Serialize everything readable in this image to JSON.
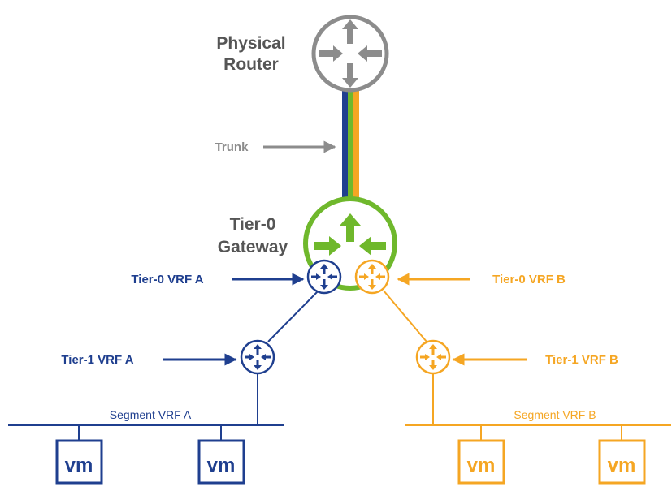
{
  "labels": {
    "physical_router": [
      "Physical",
      "Router"
    ],
    "trunk": "Trunk",
    "tier0_gateway": [
      "Tier-0",
      "Gateway"
    ],
    "tier0_vrf_a": "Tier-0 VRF A",
    "tier0_vrf_b": "Tier-0 VRF B",
    "tier1_vrf_a": "Tier-1 VRF A",
    "tier1_vrf_b": "Tier-1 VRF B",
    "segment_vrf_a": "Segment VRF A",
    "segment_vrf_b": "Segment VRF B"
  },
  "vms": {
    "a1": "vm",
    "a2": "vm",
    "b1": "vm",
    "b2": "vm"
  },
  "colors": {
    "gray": "#8c8c8c",
    "blue": "#1f3f8f",
    "orange": "#f5a623",
    "green": "#6fb82c"
  },
  "icons": {
    "physical_router": "router-icon",
    "tier0_gateway": "router-icon",
    "tier0_vrf_a": "router-icon",
    "tier0_vrf_b": "router-icon",
    "tier1_vrf_a": "router-icon",
    "tier1_vrf_b": "router-icon"
  }
}
